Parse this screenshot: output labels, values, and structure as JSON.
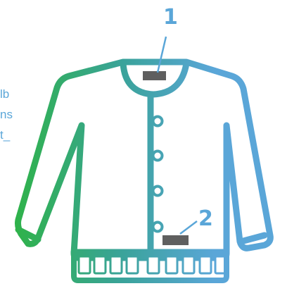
{
  "diagram": {
    "subject": "cardigan",
    "callouts": [
      {
        "number": "1",
        "target": "neck-label"
      },
      {
        "number": "2",
        "target": "hem-label"
      }
    ],
    "side_text_fragments": [
      "lb",
      "ns",
      "t_"
    ],
    "colors": {
      "gradient_left": "#2fb24a",
      "gradient_mid": "#3aa39a",
      "gradient_right": "#5aa6d8",
      "callout": "#5aa6d8",
      "label_tag": "#5f5f5f",
      "side_text": "#5aa6d8",
      "background": "#ffffff"
    },
    "button_count": 4,
    "ribbing_count": 9
  }
}
